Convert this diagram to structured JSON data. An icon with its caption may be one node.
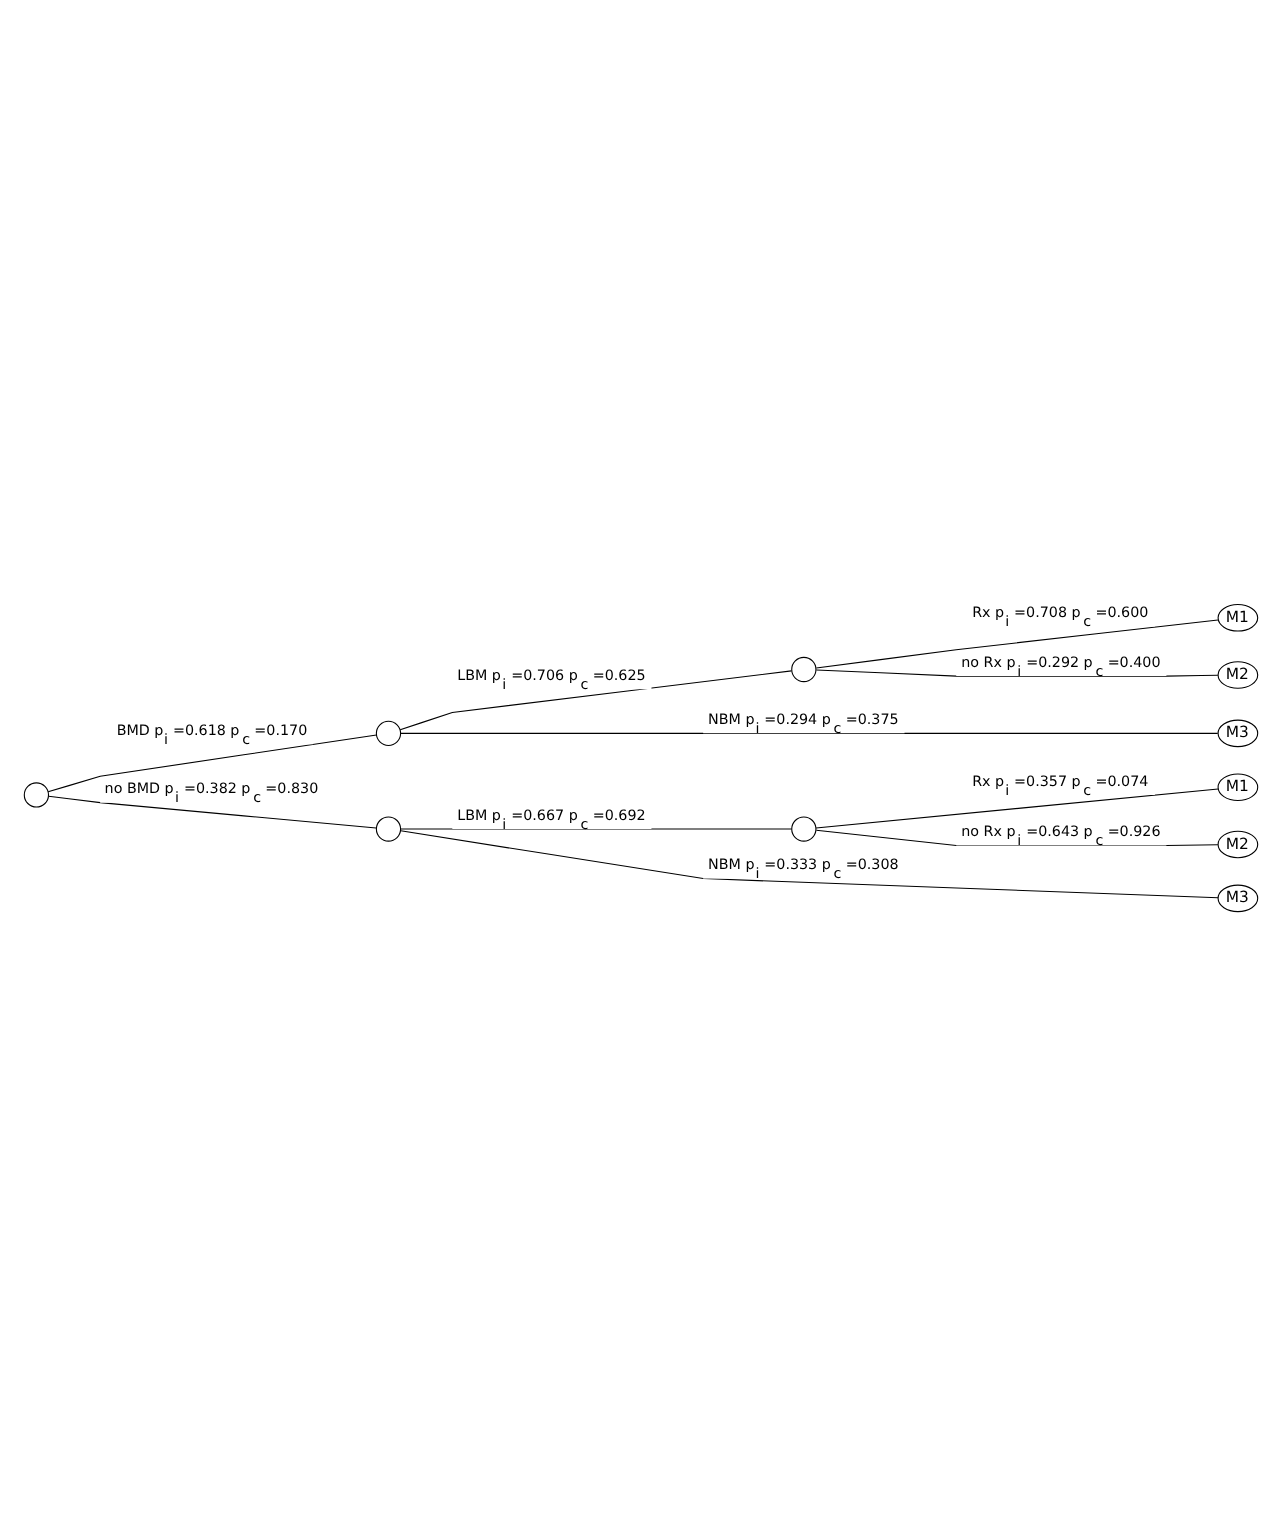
{
  "diagram": {
    "nodes": [
      {
        "text": [],
        "shape": "circle"
      },
      {
        "text": [],
        "shape": "circle"
      },
      {
        "text": [],
        "shape": "circle"
      },
      {
        "text": [
          "M1"
        ]
      },
      {
        "text": [
          "M2"
        ]
      },
      {
        "text": [
          "M3"
        ]
      },
      {
        "text": [],
        "shape": "circle"
      },
      {
        "text": [],
        "shape": "circle"
      },
      {
        "text": [
          "M1"
        ]
      },
      {
        "text": [
          "M2"
        ]
      },
      {
        "text": [
          "M3"
        ]
      }
    ],
    "edges": [
      {
        "from": 0,
        "to": 1,
        "arrow": "none",
        "label": "BMD p$_{i}$ =0.618 p$_{c}$ =0.170"
      },
      {
        "from": 1,
        "to": 2,
        "arrow": "none",
        "label": "LBM p$_{i}$ =0.706 p$_{c}$ =0.625"
      },
      {
        "from": 2,
        "to": 3,
        "arrow": "none",
        "label": "Rx p$_{i}$ =0.708 p$_{c}$ =0.600"
      },
      {
        "from": 2,
        "to": 4,
        "arrow": "none",
        "label": "no Rx p$_{i}$ =0.292 p$_{c}$ =0.400"
      },
      {
        "from": 1,
        "to": 5,
        "arrow": "none",
        "label": "NBM p$_{i}$ =0.294 p$_{c}$ =0.375"
      },
      {
        "from": 0,
        "to": 6,
        "arrow": "none",
        "label": "no BMD p$_{i}$ =0.382 p$_{c}$ =0.830"
      },
      {
        "from": 6,
        "to": 7,
        "arrow": "none",
        "label": "LBM p$_{i}$ =0.667 p$_{c}$ =0.692"
      },
      {
        "from": 7,
        "to": 8,
        "arrow": "none",
        "label": "Rx p$_{i}$ =0.357 p$_{c}$ =0.074"
      },
      {
        "from": 7,
        "to": 9,
        "arrow": "none",
        "label": "no Rx p$_{i}$ =0.643 p$_{c}$ =0.926"
      },
      {
        "from": 6,
        "to": 10,
        "arrow": "none",
        "label": "NBM p$_{i}$ =0.333 p$_{c}$ =0.308"
      }
    ]
  }
}
